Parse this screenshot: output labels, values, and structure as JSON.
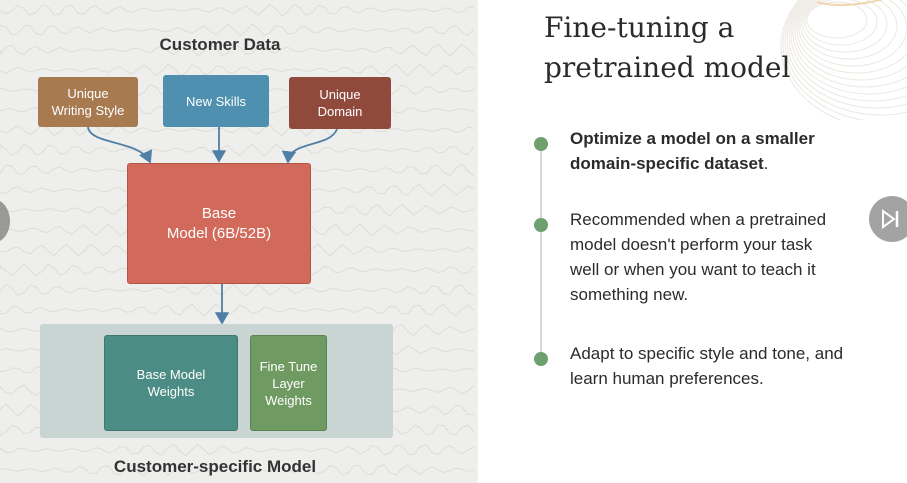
{
  "diagram": {
    "top_label": "Customer Data",
    "inputs": [
      {
        "label": "Unique Writing Style",
        "lines": [
          "Unique",
          "Writing Style"
        ],
        "color": "#a77b4f"
      },
      {
        "label": "New Skills",
        "lines": [
          "New Skills"
        ],
        "color": "#4f8fb0"
      },
      {
        "label": "Unique Domain",
        "lines": [
          "Unique",
          "Domain"
        ],
        "color": "#904a3c"
      }
    ],
    "base_model": {
      "lines": [
        "Base",
        "Model (6B/52B)"
      ],
      "color": "#d16a5b"
    },
    "output_container_label": "Customer-specific Model",
    "output_container_color": "#c9d5d3",
    "base_weights": {
      "lines": [
        "Base Model",
        "Weights"
      ],
      "color": "#4b8c84"
    },
    "fine_tune_weights": {
      "lines": [
        "Fine Tune",
        "Layer",
        "Weights"
      ],
      "color": "#6f9a62"
    },
    "arrow_color": "#4f7fa6"
  },
  "slide": {
    "title_line1": "Fine-tuning a",
    "title_line2": "pretrained model",
    "bullets": [
      {
        "lines": [
          [
            {
              "text": "Optimize a model on a smaller",
              "bold": true
            }
          ],
          [
            {
              "text": "domain-specific dataset",
              "bold": true
            },
            {
              "text": ".",
              "bold": false
            }
          ]
        ]
      },
      {
        "lines": [
          [
            {
              "text": "Recommended when a pretrained",
              "bold": false
            }
          ],
          [
            {
              "text": "model doesn't perform your task",
              "bold": false
            }
          ],
          [
            {
              "text": "well or when you want to teach it",
              "bold": false
            }
          ],
          [
            {
              "text": "something new.",
              "bold": false
            }
          ]
        ]
      },
      {
        "lines": [
          [
            {
              "text": "Adapt to specific style and tone, and",
              "bold": false
            }
          ],
          [
            {
              "text": "learn human preferences.",
              "bold": false
            }
          ]
        ]
      }
    ],
    "bullet_color": "#6e9f6e"
  },
  "controls": {
    "prev_icon": "chevron-left-icon",
    "next_icon": "skip-next-icon"
  }
}
